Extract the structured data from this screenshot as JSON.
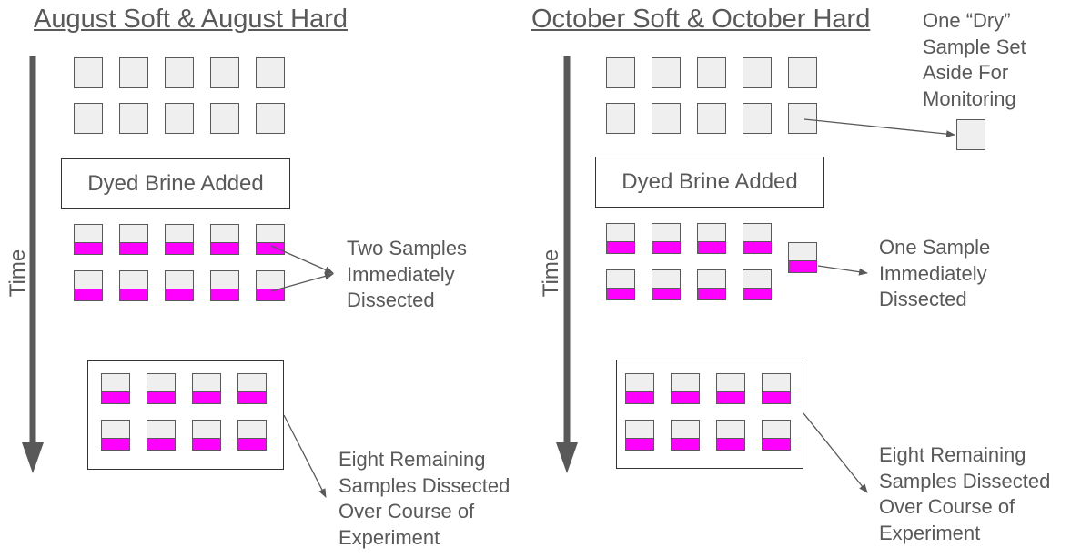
{
  "left": {
    "title": "August Soft & August Hard",
    "time_label": "Time",
    "brine_label": "Dyed Brine Added",
    "note_immediate": [
      "Two Samples",
      "Immediately",
      "Dissected"
    ],
    "note_remaining": [
      "Eight Remaining",
      "Samples Dissected",
      "Over Course of",
      "Experiment"
    ]
  },
  "right": {
    "title": "October Soft & October Hard",
    "time_label": "Time",
    "brine_label": "Dyed Brine Added",
    "note_dry": [
      "One “Dry”",
      "Sample Set",
      "Aside For",
      "Monitoring"
    ],
    "note_immediate": [
      "One Sample",
      "Immediately",
      "Dissected"
    ],
    "note_remaining": [
      "Eight Remaining",
      "Samples Dissected",
      "Over Course of",
      "Experiment"
    ]
  },
  "colors": {
    "dye": "#ff00ff",
    "sample": "#efefef",
    "text": "#595959",
    "arrow": "#595959"
  }
}
